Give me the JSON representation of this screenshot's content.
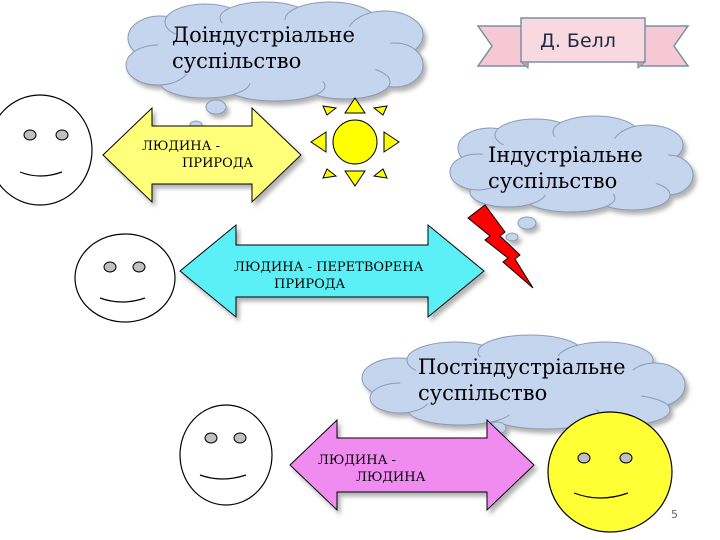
{
  "clouds": {
    "preindustrial": [
      "Доіндустріальне",
      "суспільство"
    ],
    "industrial": [
      "Індустріальне",
      "суспільство"
    ],
    "postindustrial": [
      "Постіндустріальне",
      "суспільство"
    ]
  },
  "banner": {
    "label": "Д. Белл"
  },
  "arrows": {
    "nature": [
      "ЛЮДИНА -",
      "ПРИРОДА"
    ],
    "transformed": [
      "ЛЮДИНА - ПЕРЕТВОРЕНА",
      "ПРИРОДА"
    ],
    "human": [
      "ЛЮДИНА -",
      "ЛЮДИНА"
    ]
  },
  "page_number": "5",
  "colors": {
    "cloud_fill": "#c5d5ee",
    "cloud_stroke": "#8a9bb8",
    "arrow_nature": "#ffff7a",
    "arrow_transformed": "#5af0f5",
    "arrow_human": "#f08cf0",
    "sun": "#ffff00",
    "lightning": "#ff0000",
    "banner_fill": "#f6c8d3",
    "smiley_yellow": "#ffff33"
  }
}
